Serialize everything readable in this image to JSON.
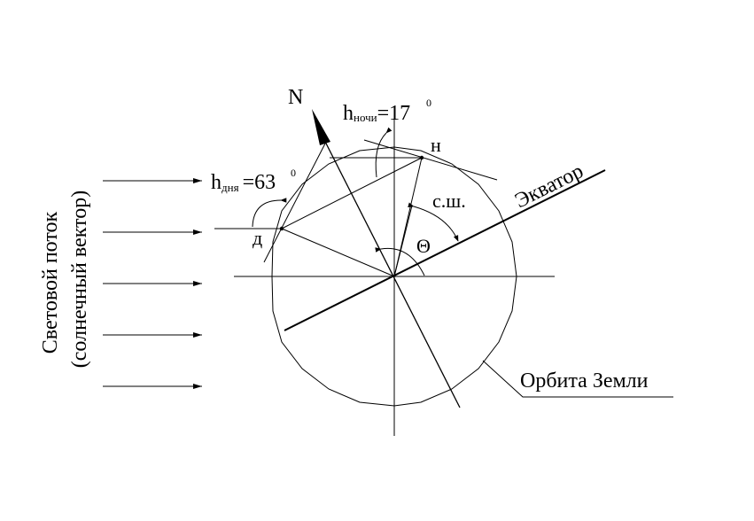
{
  "labels": {
    "north": "N",
    "h_night_main": "h",
    "h_night_sub": "ночи",
    "h_night_value": "=17",
    "h_night_deg": "0",
    "h_day_main": "h",
    "h_day_sub": "дня",
    "h_day_value": "=63",
    "h_day_deg": "0",
    "night_point": "н",
    "day_point": "д",
    "latitude": "с.ш.",
    "theta": "Θ",
    "equator": "Экватор",
    "orbit": "Орбита Земли",
    "flux_line1": "Световой поток",
    "flux_line2": "(солнечный вектор)"
  },
  "colors": {
    "stroke": "#000000",
    "background": "#ffffff"
  }
}
